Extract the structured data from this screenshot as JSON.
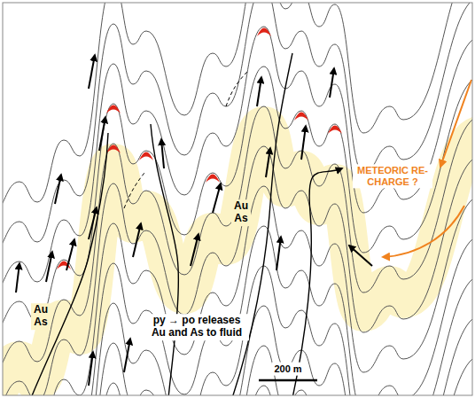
{
  "diagram": {
    "labels": [
      "Au As",
      "Au As",
      "py → po releases Au and As to fluid",
      "METEORIC RE-CHARGE ?",
      "200 m"
    ]
  }
}
